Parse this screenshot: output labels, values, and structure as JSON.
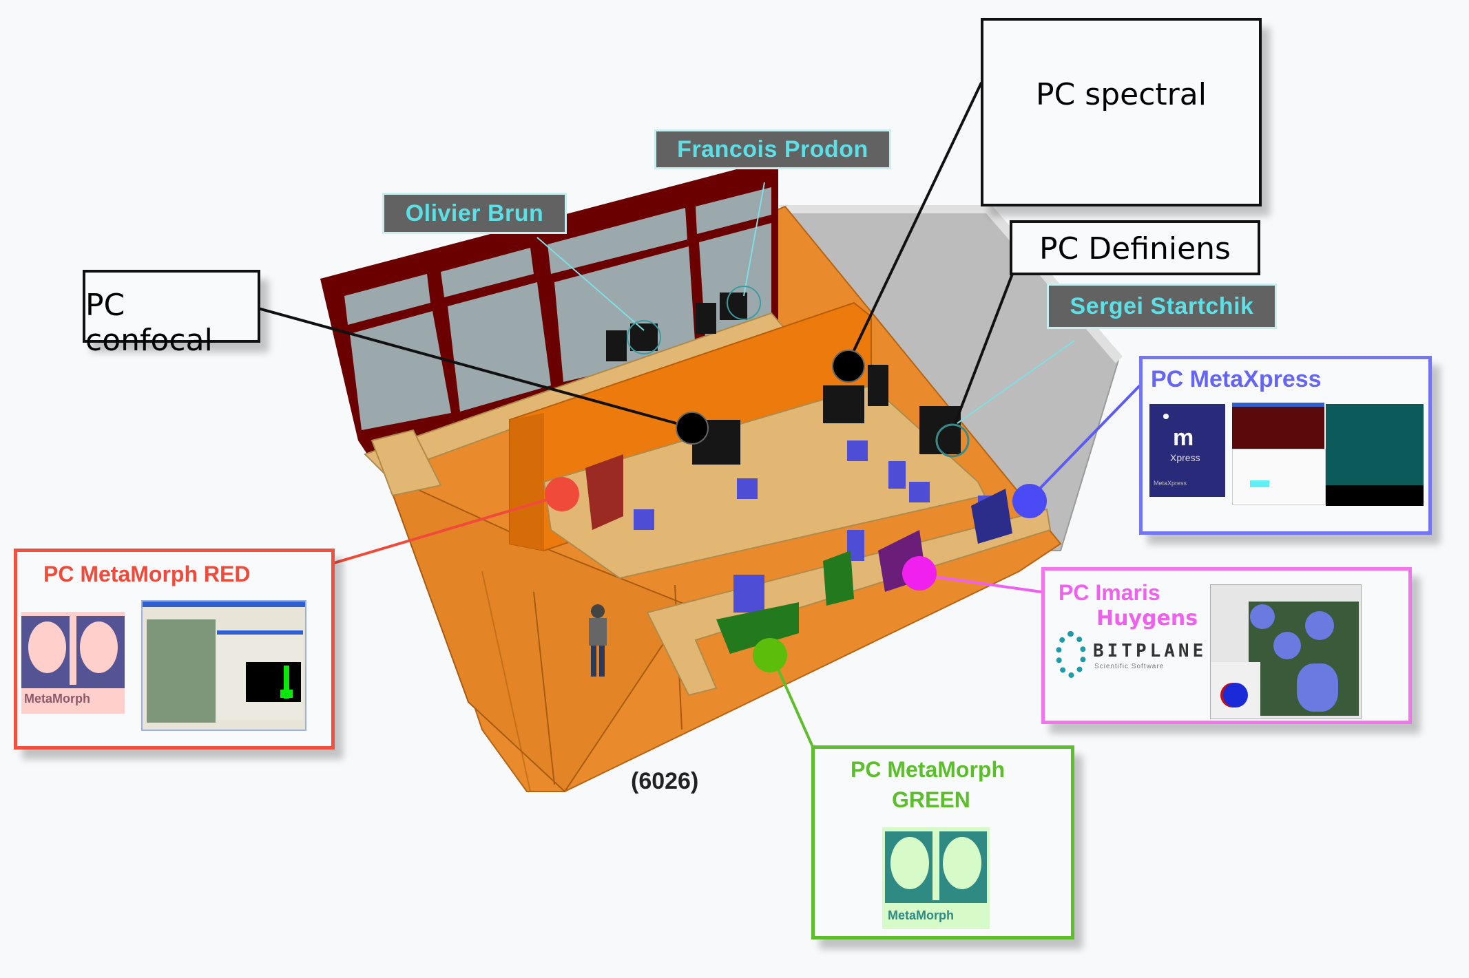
{
  "room": {
    "number_label": "(6026)"
  },
  "people_tags": [
    {
      "name": "Francois Prodon"
    },
    {
      "name": "Olivier Brun"
    },
    {
      "name": "Sergei Startchik"
    }
  ],
  "workstations": {
    "pc_spectral": {
      "label": "PC spectral"
    },
    "pc_definiens": {
      "label": "PC Definiens"
    },
    "pc_confocal": {
      "label": "PC confocal"
    },
    "pc_metaxpress": {
      "label": "PC MetaXpress",
      "color": "#5b5bf5",
      "logo_text": "Xpress",
      "logo_subtext": "MetaXpress"
    },
    "pc_metamorph_red": {
      "label": "PC MetaMorph RED",
      "color": "#f04a3a",
      "logo_text": "MetaMorph"
    },
    "pc_imaris": {
      "label": "PC Imaris",
      "sublabel": "Huygens",
      "color": "#f060ee",
      "logo_text": "BITPLANE",
      "logo_subtext": "Scientific Software"
    },
    "pc_metamorph_green": {
      "label": "PC MetaMorph",
      "sublabel": "GREEN",
      "color": "#5cbe2a",
      "logo_text": "MetaMorph"
    }
  },
  "colors": {
    "floor": "#e98a2c",
    "partition": "#ec7a0c",
    "window_frame": "#6a0000",
    "wall": "#bcbcbc",
    "desk": "#e2b774",
    "tag_bg": "#626262",
    "tag_text": "#5ce0e6"
  }
}
